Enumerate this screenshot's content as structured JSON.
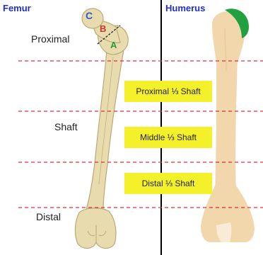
{
  "colors": {
    "title_text": "#1f2fc8",
    "divider": "#000000",
    "region_line": "#e0303a",
    "label_box": "#f4f02a",
    "femur_bone": "#e8dcae",
    "femur_shade": "#b9a878",
    "humerus_bone": "#f2d7ad",
    "humerus_head": "#22a040",
    "neck_line": "#111111",
    "marker_a": "#2a9a34",
    "marker_b": "#d0342c",
    "marker_c": "#2a5bd6"
  },
  "panels": {
    "left_title": "Femur",
    "right_title": "Humerus"
  },
  "regions": {
    "proximal": "Proximal",
    "shaft": "Shaft",
    "distal": "Distal"
  },
  "shaft_thirds": [
    "Proximal ⅓ Shaft",
    "Middle ⅓ Shaft",
    "Distal ⅓ Shaft"
  ],
  "neck_markers": {
    "a": "A",
    "b": "B",
    "c": "C"
  }
}
